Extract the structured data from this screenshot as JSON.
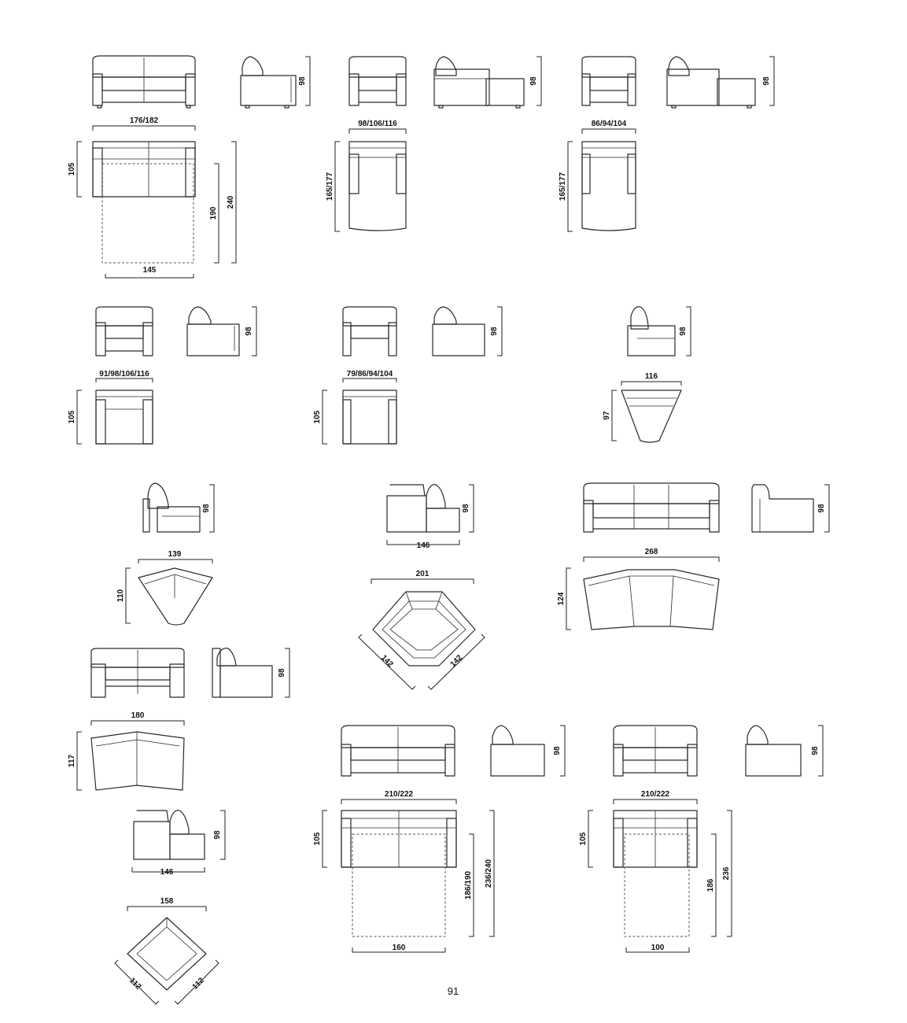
{
  "page_number": "91",
  "dimensions": {
    "sofa_width": "176/182",
    "sofa_bed_depth_closed": "105",
    "sofa_bed_mattress_length": "190",
    "sofa_bed_depth_open": "240",
    "sofa_bed_mattress_width": "145",
    "chaise_a_width": "98/106/116",
    "chaise_a_depth": "165/177",
    "chaise_b_width": "86/94/104",
    "chaise_b_depth": "165/177",
    "armchair_width": "91/98/106/116",
    "armchair_depth": "105",
    "armless_width": "79/86/94/104",
    "armless_depth": "105",
    "wedge_width": "116",
    "wedge_depth": "97",
    "corner_wedge_width": "139",
    "corner_wedge_depth": "110",
    "corner_unit_side_width": "146",
    "corner_unit_width": "201",
    "corner_unit_side_a": "142",
    "corner_unit_side_b": "142",
    "curved_sofa_width": "268",
    "curved_sofa_depth": "124",
    "angled_sofa_width": "180",
    "angled_sofa_depth": "117",
    "square_corner_side_width": "146",
    "square_corner_width": "158",
    "square_corner_side_a": "112",
    "square_corner_side_b": "112",
    "bed_large_width": "210/222",
    "bed_large_depth_closed": "105",
    "bed_large_mattress_length": "186/190",
    "bed_large_depth_open": "236/240",
    "bed_large_mattress_width": "160",
    "bed_small_width": "210/222",
    "bed_small_depth_closed": "105",
    "bed_small_mattress_length": "186",
    "bed_small_depth_open": "236",
    "bed_small_mattress_width": "100",
    "height": "98"
  }
}
